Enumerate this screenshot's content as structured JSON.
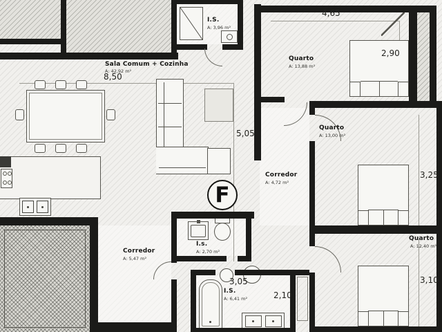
{
  "plan": {
    "unit_label": "F",
    "rooms": {
      "sala": {
        "name": "Sala Comum + Cozinha",
        "area": "A: 42,92 m²"
      },
      "is_top": {
        "name": "I.S.",
        "area": "A: 3,96 m²"
      },
      "quarto_top": {
        "name": "Quarto",
        "area": "A: 13,88 m²"
      },
      "quarto_mid": {
        "name": "Quarto",
        "area": "A: 13,00 m²"
      },
      "quarto_bottom": {
        "name": "Quarto",
        "area": "A: 12,40 m²"
      },
      "corredor_main": {
        "name": "Corredor",
        "area": "A: 4,72 m²"
      },
      "corredor_bottom": {
        "name": "Corredor",
        "area": "A: 5,47 m²"
      },
      "is_mid": {
        "name": "I.s.",
        "area": "A: 2,70 m²"
      },
      "is_bottom": {
        "name": "I.S.",
        "area": "A: 6,41 m²"
      }
    },
    "dimensions": {
      "sala_width": "8,50",
      "sala_depth": "5,05",
      "quarto_top_width": "4,65",
      "quarto_top_depth": "2,90",
      "quarto_mid_depth": "3,25",
      "quarto_bottom_depth": "3,10",
      "is_bottom_width": "3,05",
      "is_bottom_depth": "2,10"
    }
  }
}
